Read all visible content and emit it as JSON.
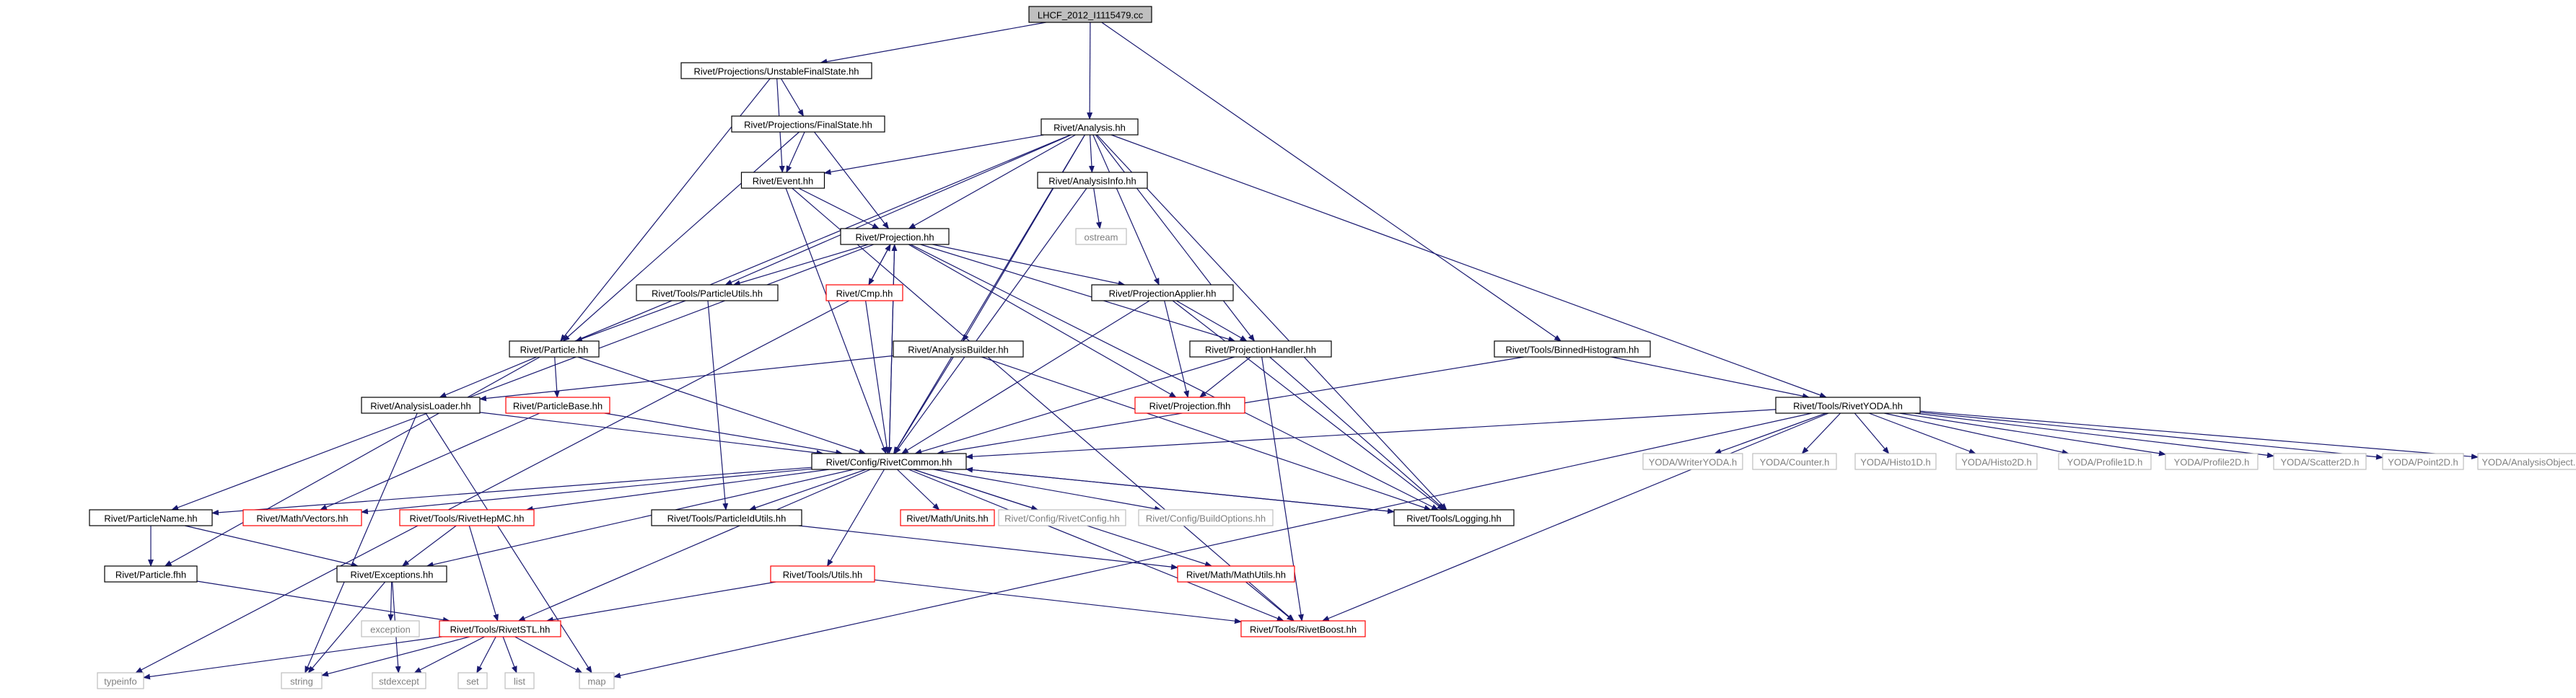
{
  "diagram": {
    "nodes": [
      {
        "id": "root",
        "label": "LHCF_2012_I1115479.cc",
        "style": "root"
      },
      {
        "id": "ufs",
        "label": "Rivet/Projections/UnstableFinalState.hh",
        "style": "normal"
      },
      {
        "id": "fs",
        "label": "Rivet/Projections/FinalState.hh",
        "style": "normal"
      },
      {
        "id": "analysis",
        "label": "Rivet/Analysis.hh",
        "style": "normal"
      },
      {
        "id": "binned",
        "label": "Rivet/Tools/BinnedHistogram.hh",
        "style": "normal"
      },
      {
        "id": "event",
        "label": "Rivet/Event.hh",
        "style": "normal"
      },
      {
        "id": "ainfo",
        "label": "Rivet/AnalysisInfo.hh",
        "style": "normal"
      },
      {
        "id": "ostream",
        "label": "ostream",
        "style": "grey"
      },
      {
        "id": "projection",
        "label": "Rivet/Projection.hh",
        "style": "normal"
      },
      {
        "id": "putils",
        "label": "Rivet/Tools/ParticleUtils.hh",
        "style": "normal"
      },
      {
        "id": "cmp",
        "label": "Rivet/Cmp.hh",
        "style": "red"
      },
      {
        "id": "papplier",
        "label": "Rivet/ProjectionApplier.hh",
        "style": "normal"
      },
      {
        "id": "particle",
        "label": "Rivet/Particle.hh",
        "style": "normal"
      },
      {
        "id": "abuilder",
        "label": "Rivet/AnalysisBuilder.hh",
        "style": "normal"
      },
      {
        "id": "phandler",
        "label": "Rivet/ProjectionHandler.hh",
        "style": "normal"
      },
      {
        "id": "rivetyoda",
        "label": "Rivet/Tools/RivetYODA.hh",
        "style": "normal"
      },
      {
        "id": "aloader",
        "label": "Rivet/AnalysisLoader.hh",
        "style": "normal"
      },
      {
        "id": "pbase",
        "label": "Rivet/ParticleBase.hh",
        "style": "red"
      },
      {
        "id": "pfhh",
        "label": "Rivet/Projection.fhh",
        "style": "red"
      },
      {
        "id": "common",
        "label": "Rivet/Config/RivetCommon.hh",
        "style": "normal"
      },
      {
        "id": "writeryoda",
        "label": "YODA/WriterYODA.h",
        "style": "grey"
      },
      {
        "id": "counter",
        "label": "YODA/Counter.h",
        "style": "grey"
      },
      {
        "id": "histo1d",
        "label": "YODA/Histo1D.h",
        "style": "grey"
      },
      {
        "id": "histo2d",
        "label": "YODA/Histo2D.h",
        "style": "grey"
      },
      {
        "id": "profile1d",
        "label": "YODA/Profile1D.h",
        "style": "grey"
      },
      {
        "id": "profile2d",
        "label": "YODA/Profile2D.h",
        "style": "grey"
      },
      {
        "id": "scatter2d",
        "label": "YODA/Scatter2D.h",
        "style": "grey"
      },
      {
        "id": "point2d",
        "label": "YODA/Point2D.h",
        "style": "grey"
      },
      {
        "id": "aobject",
        "label": "YODA/AnalysisObject.h",
        "style": "grey"
      },
      {
        "id": "pname",
        "label": "Rivet/ParticleName.hh",
        "style": "normal"
      },
      {
        "id": "vectors",
        "label": "Rivet/Math/Vectors.hh",
        "style": "red"
      },
      {
        "id": "hepmc",
        "label": "Rivet/Tools/RivetHepMC.hh",
        "style": "red"
      },
      {
        "id": "pidutils",
        "label": "Rivet/Tools/ParticleIdUtils.hh",
        "style": "normal"
      },
      {
        "id": "units",
        "label": "Rivet/Math/Units.hh",
        "style": "red"
      },
      {
        "id": "rconfig",
        "label": "Rivet/Config/RivetConfig.hh",
        "style": "grey"
      },
      {
        "id": "boptions",
        "label": "Rivet/Config/BuildOptions.hh",
        "style": "grey"
      },
      {
        "id": "logging",
        "label": "Rivet/Tools/Logging.hh",
        "style": "normal"
      },
      {
        "id": "pfhh2",
        "label": "Rivet/Particle.fhh",
        "style": "normal"
      },
      {
        "id": "exceptions",
        "label": "Rivet/Exceptions.hh",
        "style": "normal"
      },
      {
        "id": "tutils",
        "label": "Rivet/Tools/Utils.hh",
        "style": "red"
      },
      {
        "id": "mathutils",
        "label": "Rivet/Math/MathUtils.hh",
        "style": "red"
      },
      {
        "id": "exception",
        "label": "exception",
        "style": "grey"
      },
      {
        "id": "rivetstl",
        "label": "Rivet/Tools/RivetSTL.hh",
        "style": "red"
      },
      {
        "id": "rivetboost",
        "label": "Rivet/Tools/RivetBoost.hh",
        "style": "red"
      },
      {
        "id": "typeinfo",
        "label": "typeinfo",
        "style": "grey"
      },
      {
        "id": "string",
        "label": "string",
        "style": "grey"
      },
      {
        "id": "stdexcept",
        "label": "stdexcept",
        "style": "grey"
      },
      {
        "id": "set",
        "label": "set",
        "style": "grey"
      },
      {
        "id": "list",
        "label": "list",
        "style": "grey"
      },
      {
        "id": "map",
        "label": "map",
        "style": "grey"
      }
    ],
    "edges": [
      [
        "root",
        "ufs"
      ],
      [
        "root",
        "analysis"
      ],
      [
        "root",
        "binned"
      ],
      [
        "ufs",
        "fs"
      ],
      [
        "ufs",
        "event"
      ],
      [
        "ufs",
        "particle"
      ],
      [
        "fs",
        "event"
      ],
      [
        "fs",
        "projection"
      ],
      [
        "fs",
        "particle"
      ],
      [
        "analysis",
        "event"
      ],
      [
        "analysis",
        "ainfo"
      ],
      [
        "analysis",
        "projection"
      ],
      [
        "analysis",
        "putils"
      ],
      [
        "analysis",
        "papplier"
      ],
      [
        "analysis",
        "abuilder"
      ],
      [
        "analysis",
        "phandler"
      ],
      [
        "analysis",
        "rivetyoda"
      ],
      [
        "analysis",
        "aloader"
      ],
      [
        "analysis",
        "common"
      ],
      [
        "analysis",
        "logging"
      ],
      [
        "binned",
        "common"
      ],
      [
        "binned",
        "rivetyoda"
      ],
      [
        "event",
        "projection"
      ],
      [
        "event",
        "common"
      ],
      [
        "event",
        "rivetboost"
      ],
      [
        "ainfo",
        "ostream"
      ],
      [
        "ainfo",
        "common"
      ],
      [
        "projection",
        "putils"
      ],
      [
        "projection",
        "cmp"
      ],
      [
        "projection",
        "papplier"
      ],
      [
        "projection",
        "phandler"
      ],
      [
        "projection",
        "pfhh"
      ],
      [
        "projection",
        "common"
      ],
      [
        "projection",
        "logging"
      ],
      [
        "projection",
        "pname"
      ],
      [
        "cmp",
        "projection"
      ],
      [
        "cmp",
        "common"
      ],
      [
        "cmp",
        "typeinfo"
      ],
      [
        "putils",
        "particle"
      ],
      [
        "putils",
        "pidutils"
      ],
      [
        "papplier",
        "phandler"
      ],
      [
        "papplier",
        "pfhh"
      ],
      [
        "papplier",
        "common"
      ],
      [
        "papplier",
        "logging"
      ],
      [
        "particle",
        "pbase"
      ],
      [
        "particle",
        "common"
      ],
      [
        "particle",
        "pfhh2"
      ],
      [
        "abuilder",
        "aloader"
      ],
      [
        "abuilder",
        "common"
      ],
      [
        "abuilder",
        "logging"
      ],
      [
        "phandler",
        "pfhh"
      ],
      [
        "phandler",
        "common"
      ],
      [
        "phandler",
        "logging"
      ],
      [
        "phandler",
        "rivetboost"
      ],
      [
        "aloader",
        "common"
      ],
      [
        "aloader",
        "map"
      ],
      [
        "aloader",
        "string"
      ],
      [
        "pbase",
        "common"
      ],
      [
        "pbase",
        "vectors"
      ],
      [
        "rivetyoda",
        "common"
      ],
      [
        "rivetyoda",
        "writeryoda"
      ],
      [
        "rivetyoda",
        "counter"
      ],
      [
        "rivetyoda",
        "histo1d"
      ],
      [
        "rivetyoda",
        "histo2d"
      ],
      [
        "rivetyoda",
        "profile1d"
      ],
      [
        "rivetyoda",
        "profile2d"
      ],
      [
        "rivetyoda",
        "scatter2d"
      ],
      [
        "rivetyoda",
        "point2d"
      ],
      [
        "rivetyoda",
        "aobject"
      ],
      [
        "rivetyoda",
        "rivetboost"
      ],
      [
        "rivetyoda",
        "map"
      ],
      [
        "common",
        "pname"
      ],
      [
        "common",
        "vectors"
      ],
      [
        "common",
        "hepmc"
      ],
      [
        "common",
        "pidutils"
      ],
      [
        "common",
        "units"
      ],
      [
        "common",
        "rconfig"
      ],
      [
        "common",
        "boptions"
      ],
      [
        "common",
        "logging"
      ],
      [
        "common",
        "exceptions"
      ],
      [
        "common",
        "tutils"
      ],
      [
        "common",
        "mathutils"
      ],
      [
        "common",
        "rivetstl"
      ],
      [
        "common",
        "rivetboost"
      ],
      [
        "common",
        "projection"
      ],
      [
        "logging",
        "common"
      ],
      [
        "pname",
        "pfhh2"
      ],
      [
        "pname",
        "exceptions"
      ],
      [
        "hepmc",
        "exceptions"
      ],
      [
        "hepmc",
        "rivetstl"
      ],
      [
        "pidutils",
        "mathutils"
      ],
      [
        "exceptions",
        "exception"
      ],
      [
        "exceptions",
        "stdexcept"
      ],
      [
        "exceptions",
        "string"
      ],
      [
        "pfhh2",
        "rivetstl"
      ],
      [
        "tutils",
        "rivetstl"
      ],
      [
        "tutils",
        "rivetboost"
      ],
      [
        "mathutils",
        "rivetboost"
      ],
      [
        "rivetstl",
        "typeinfo"
      ],
      [
        "rivetstl",
        "string"
      ],
      [
        "rivetstl",
        "stdexcept"
      ],
      [
        "rivetstl",
        "set"
      ],
      [
        "rivetstl",
        "list"
      ],
      [
        "rivetstl",
        "map"
      ]
    ],
    "colors": {
      "edge": "#191970",
      "normal_border": "#000000",
      "red_border": "#ff0000",
      "grey_border": "#bfbfbf",
      "grey_text": "#7f7f7f",
      "root_fill": "#bfbfbf",
      "text": "#000000"
    }
  }
}
